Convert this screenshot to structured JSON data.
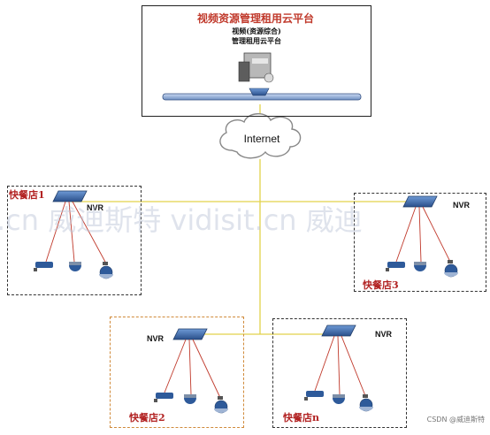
{
  "header": {
    "title": "视频资源管理租用云平台",
    "subtitle_line1": "视频(资源综合)",
    "subtitle_line2": "管理租用云平台"
  },
  "cloud_label": "Internet",
  "stores": [
    {
      "label": "快餐店1",
      "nvr": "NVR"
    },
    {
      "label": "快餐店3",
      "nvr": "NVR"
    },
    {
      "label": "快餐店2",
      "nvr": "NVR"
    },
    {
      "label": "快餐店n",
      "nvr": "NVR"
    }
  ],
  "watermark": ".cn 威迪斯特 vidisit.cn 威迪",
  "credit": "CSDN @威迪斯特",
  "colors": {
    "title": "#c0392b",
    "store_label": "#b22222",
    "network_line": "#e2d24a",
    "camera_link": "#c0392b",
    "device_blue": "#2e5a9a",
    "orange_border": "#d08a3a"
  }
}
